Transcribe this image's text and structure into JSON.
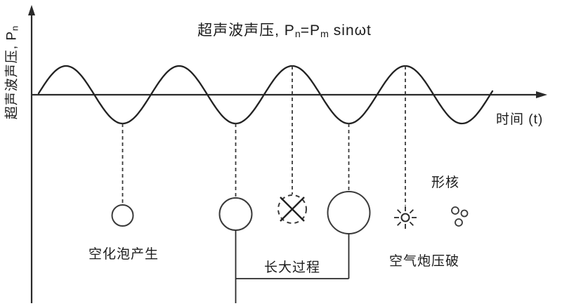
{
  "title": {
    "part1": "超声波声压, P",
    "sub1": "n",
    "part2": "=P",
    "sub2": "m",
    "part3": " sinωt"
  },
  "y_axis": {
    "label_part1": "超声波声压, P",
    "label_sub": "n"
  },
  "x_axis": {
    "label": "时间 (t)"
  },
  "stage_labels": {
    "generation": "空化泡产生",
    "growth": "长大过程",
    "collapse": "空气炮压破",
    "nucleation": "形核"
  },
  "colors": {
    "ink": "#1c1c1c",
    "stroke": "#2a2a2a",
    "background": "#ffffff"
  }
}
